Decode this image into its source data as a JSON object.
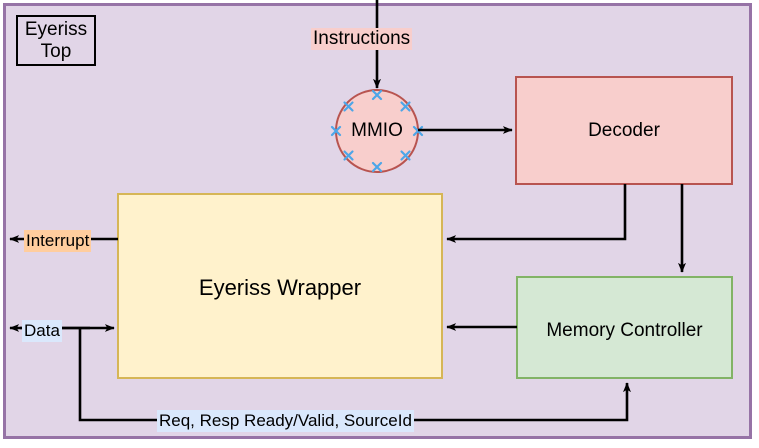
{
  "diagram": {
    "title_box": {
      "label": "Eyeriss\nTop",
      "line1": "Eyeriss",
      "line2": "Top"
    },
    "canvas": {
      "background": "#e1d5e7",
      "border_color": "#9673a6",
      "outside_background": "#ffffff"
    },
    "nodes": [
      {
        "id": "mmio",
        "label": "MMIO",
        "shape": "circle",
        "fill": "#f8cecc",
        "stroke": "#b85450",
        "marker_color": "#4da6e8",
        "marker_count": 8
      },
      {
        "id": "decoder",
        "label": "Decoder",
        "shape": "rect",
        "fill": "#f8cecc",
        "stroke": "#b85450"
      },
      {
        "id": "eyeriss-wrapper",
        "label": "Eyeriss Wrapper",
        "shape": "rect",
        "fill": "#fff2cc",
        "stroke": "#d6b656"
      },
      {
        "id": "memory-controller",
        "label": "Memory Controller",
        "shape": "rect",
        "fill": "#d5e8d4",
        "stroke": "#82b366"
      }
    ],
    "edge_labels": [
      {
        "id": "instructions",
        "text": "Instructions",
        "highlight": "#f8cecc"
      },
      {
        "id": "interrupt",
        "text": "Interrupt",
        "highlight": "#ffcd9e"
      },
      {
        "id": "data",
        "text": "Data",
        "highlight": "#dae8fc"
      },
      {
        "id": "bus",
        "text": "Req, Resp Ready/Valid, SourceId",
        "highlight": "#dae8fc"
      }
    ],
    "edges": [
      {
        "from": "external-top",
        "to": "mmio",
        "label": "Instructions",
        "direction": "down"
      },
      {
        "from": "mmio",
        "to": "decoder",
        "label": "",
        "direction": "right"
      },
      {
        "from": "decoder",
        "to": "eyeriss-wrapper",
        "label": "",
        "direction": "left"
      },
      {
        "from": "decoder",
        "to": "memory-controller",
        "label": "",
        "direction": "down"
      },
      {
        "from": "memory-controller",
        "to": "eyeriss-wrapper",
        "label": "",
        "direction": "left"
      },
      {
        "from": "eyeriss-wrapper",
        "to": "external-left",
        "label": "Interrupt",
        "direction": "left"
      },
      {
        "from": "eyeriss-wrapper",
        "to": "external-left",
        "label": "Data",
        "direction": "bidirectional"
      },
      {
        "from": "external-left",
        "to": "memory-controller",
        "label": "Req, Resp Ready/Valid, SourceId",
        "direction": "right"
      }
    ]
  }
}
